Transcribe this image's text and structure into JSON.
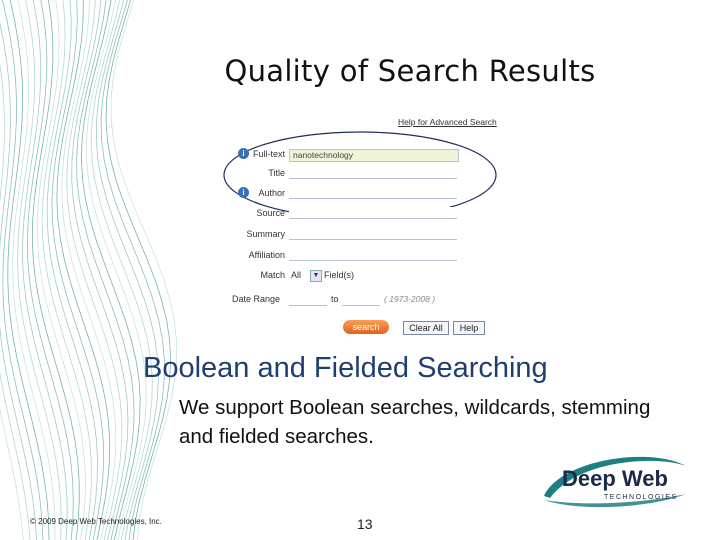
{
  "slide": {
    "title": "Quality of Search Results",
    "heading": "Boolean and Fielded Searching",
    "body": "We support Boolean searches, wildcards, stemming and fielded searches.",
    "footer": "© 2009 Deep Web Technologies, Inc.",
    "page_number": "13"
  },
  "search_form": {
    "help_link": "Help for Advanced Search",
    "fields": [
      {
        "label": "Full-text",
        "value": "nanotechnology",
        "info_icon": true
      },
      {
        "label": "Title",
        "value": "",
        "info_icon": false
      },
      {
        "label": "Author",
        "value": "",
        "info_icon": true
      },
      {
        "label": "Source",
        "value": "",
        "info_icon": false
      },
      {
        "label": "Summary",
        "value": "",
        "info_icon": false
      },
      {
        "label": "Affiliation",
        "value": "",
        "info_icon": false
      }
    ],
    "match": {
      "label": "Match",
      "value": "All",
      "suffix": "Field(s)"
    },
    "date_range": {
      "label": "Date Range",
      "separator": "to",
      "hint": "( 1973-2008 )"
    },
    "buttons": {
      "search": "search",
      "clear": "Clear All",
      "help": "Help"
    }
  },
  "logo": {
    "name": "Deep Web",
    "tagline": "TECHNOLOGIES"
  },
  "colors": {
    "accent_blue": "#1f3f73",
    "wave_teal": "#2a8a8a",
    "logo_teal": "#1e7f82",
    "search_orange": "#e2621c"
  }
}
